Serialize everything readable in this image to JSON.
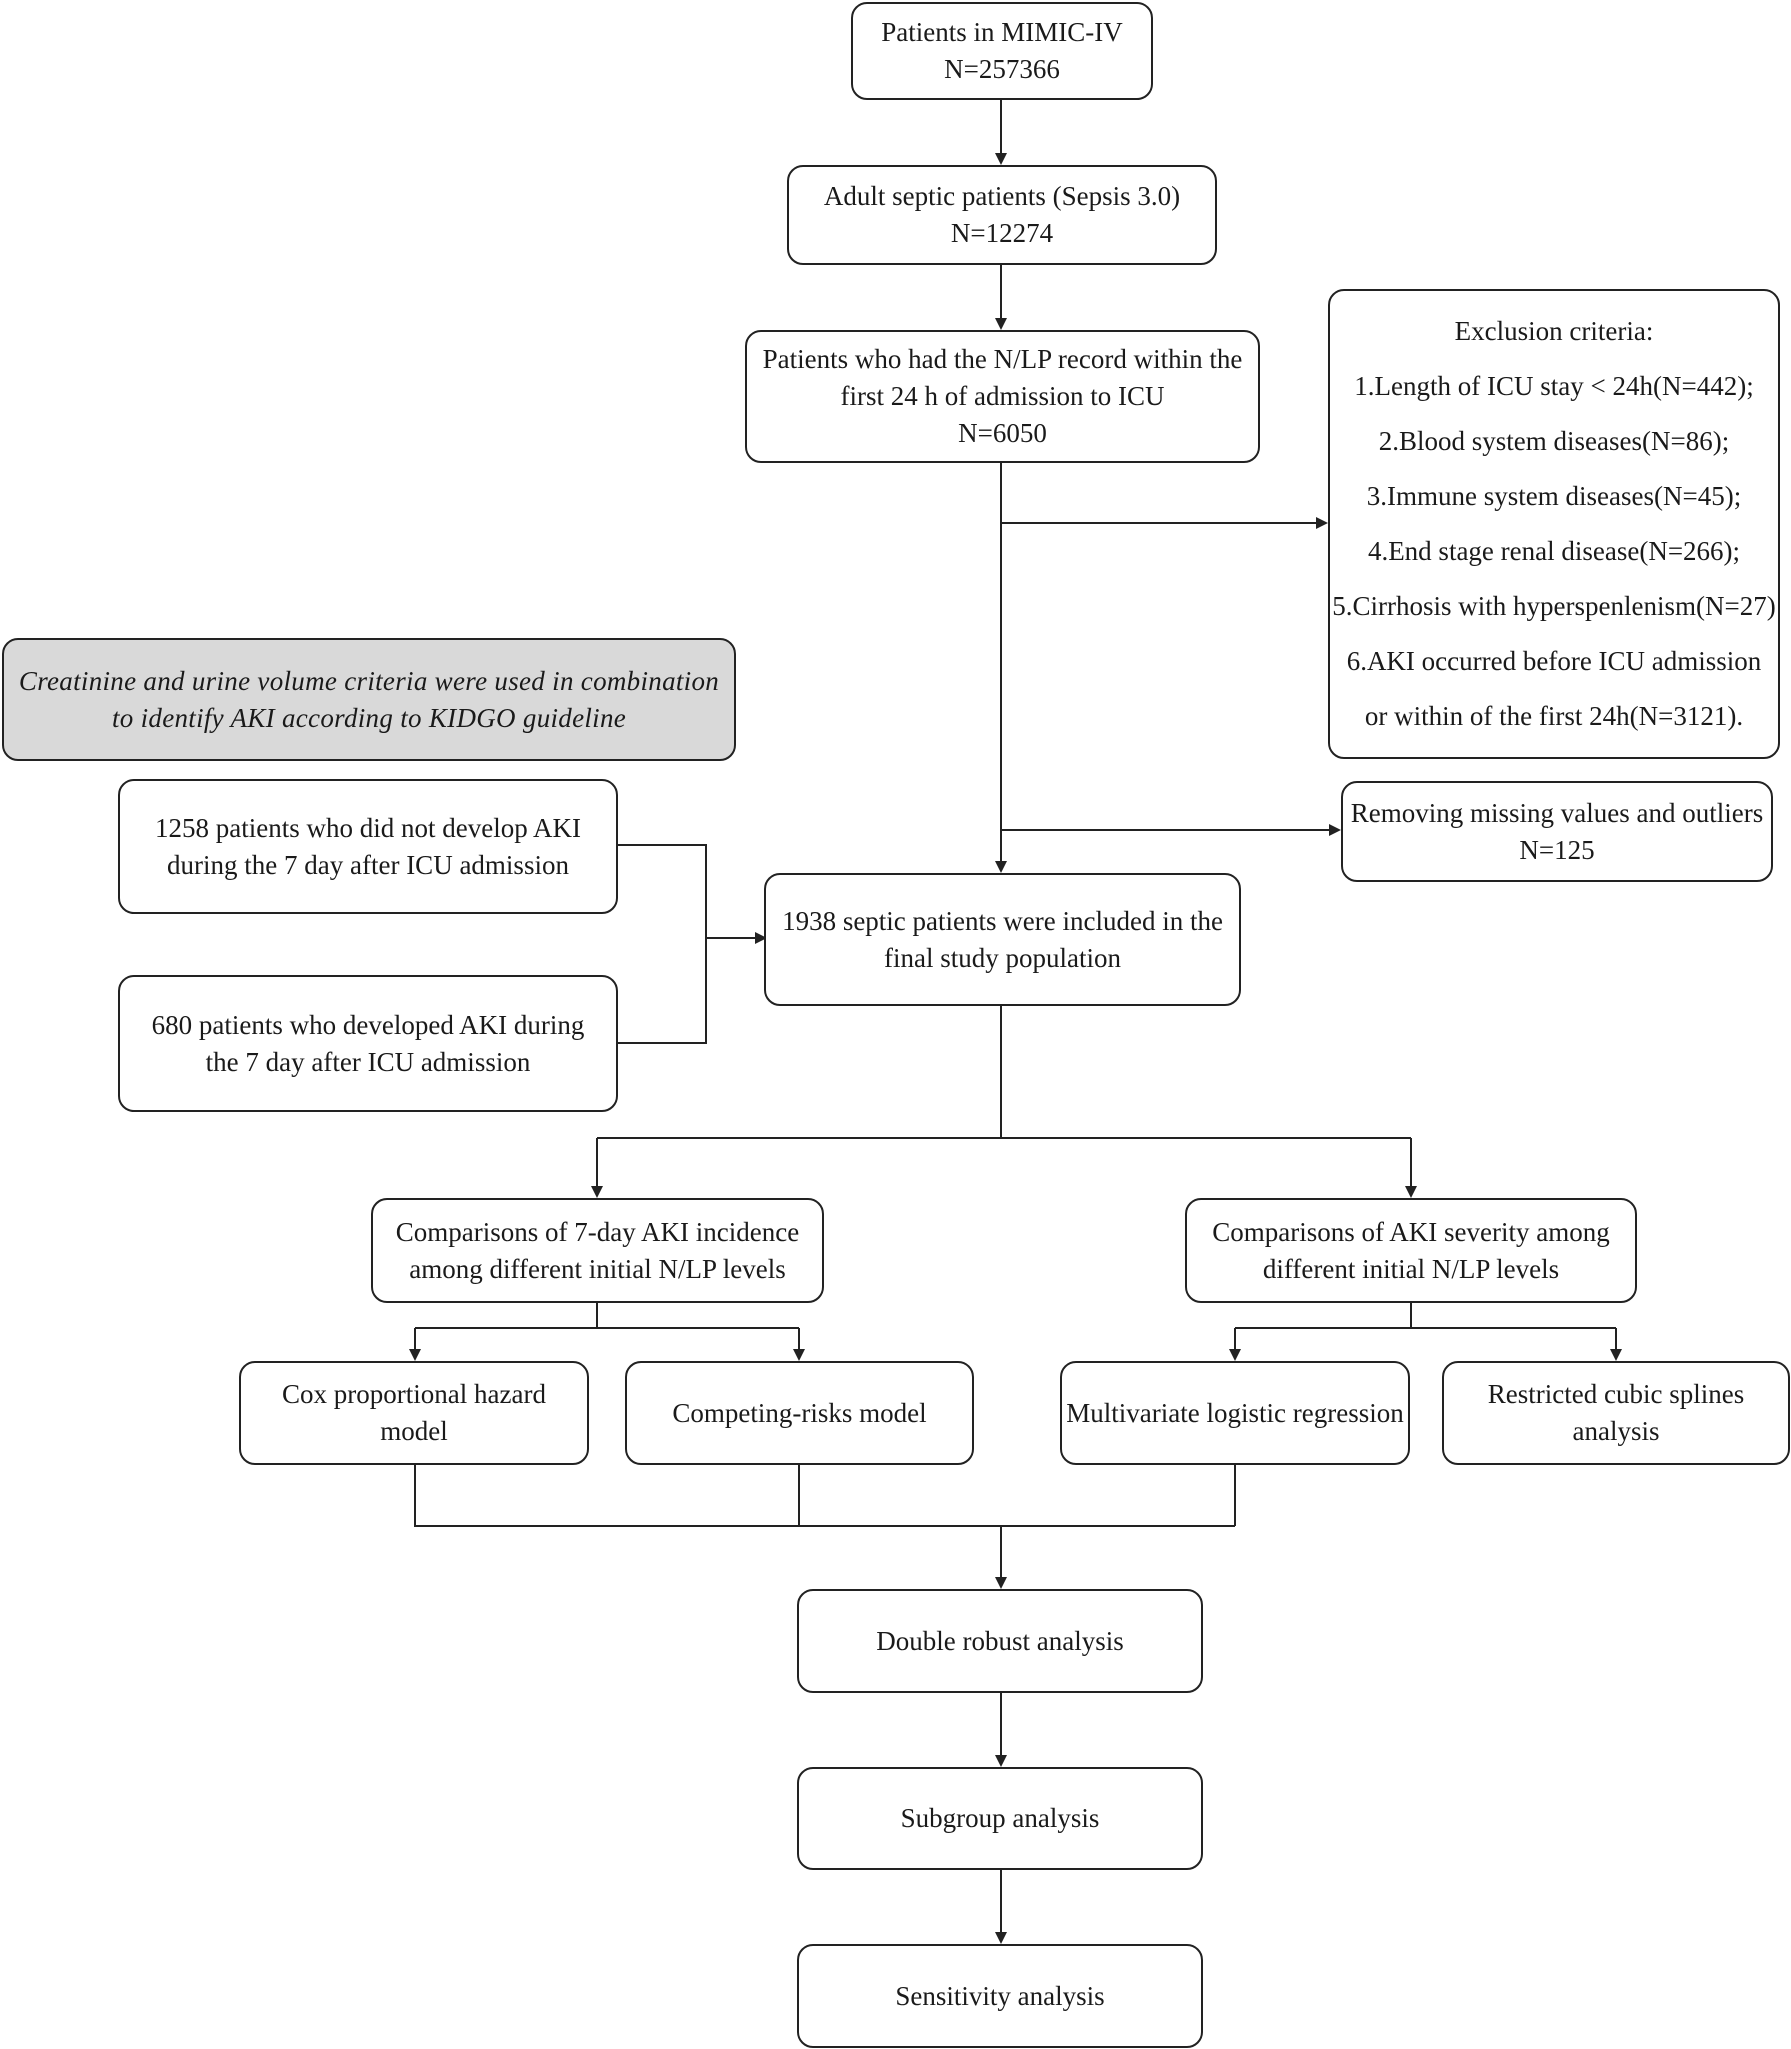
{
  "boxes": {
    "mimic": [
      "Patients in MIMIC-IV",
      "N=257366"
    ],
    "adult": [
      "Adult septic patients (Sepsis 3.0)",
      "N=12274"
    ],
    "nlp": [
      "Patients who had the N/LP record within the",
      "first 24 h of admission to ICU",
      "N=6050"
    ],
    "exclusion": [
      "Exclusion criteria:",
      "1.Length of ICU stay < 24h(N=442);",
      "2.Blood system diseases(N=86);",
      "3.Immune system diseases(N=45);",
      "4.End stage renal disease(N=266);",
      "5.Cirrhosis with hyperspenlenism(N=27)",
      "6.AKI occurred before ICU admission",
      "or within of the first 24h(N=3121)."
    ],
    "note": [
      "Creatinine and urine volume criteria were used in combination",
      "to identify AKI according to KIDGO guideline"
    ],
    "missing": [
      "Removing missing values and outliers",
      "N=125"
    ],
    "no_aki": [
      "1258 patients who did not develop AKI",
      "during the 7 day after ICU admission"
    ],
    "aki": [
      "680 patients who developed AKI during",
      "the 7 day after ICU admission"
    ],
    "final": [
      "1938 septic patients were included in the",
      "final study population"
    ],
    "incidence": [
      "Comparisons of 7-day AKI incidence",
      "among different initial N/LP levels"
    ],
    "severity": [
      "Comparisons of AKI severity among",
      "different initial N/LP levels"
    ],
    "cox": [
      "Cox proportional hazard",
      "model"
    ],
    "competing": [
      "Competing-risks model"
    ],
    "logistic": [
      "Multivariate logistic regression"
    ],
    "splines": [
      "Restricted cubic splines",
      "analysis"
    ],
    "robust": [
      "Double robust analysis"
    ],
    "subgroup": [
      "Subgroup analysis"
    ],
    "sensitivity": [
      "Sensitivity analysis"
    ]
  }
}
